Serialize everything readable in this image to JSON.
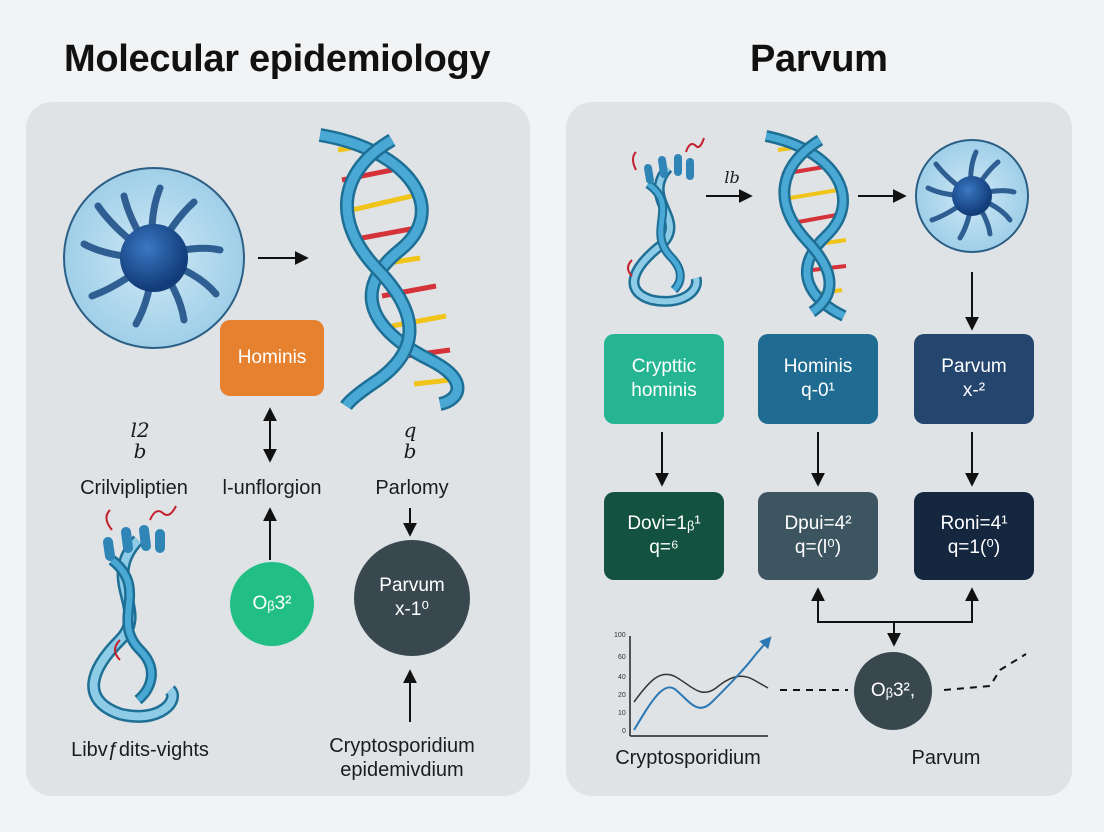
{
  "titles": {
    "left": "Molecular epidemiology",
    "right": "Parvum"
  },
  "left_panel": {
    "box_hominis": "Hominis",
    "sym_left": "l2\nb",
    "sym_right": "q\nb",
    "label_crilvipliptien": "Crilvipliptien",
    "label_unflorgion": "l-unflorgion",
    "label_parlomy": "Parlomy",
    "circle_green": "Oᵦ3²",
    "circle_dark": "Parvum\nx-1⁰",
    "label_bottom_left": "Libvƒdits-vights",
    "label_bottom_right_1": "Cryptosporidium",
    "label_bottom_right_2": "epidemivdium"
  },
  "right_panel": {
    "arrow_label": "lb",
    "box_cryptic": "Crypttic\nhominis",
    "box_hominis": "Hominis\nq-0¹",
    "box_parvum": "Parvum\nx-²",
    "box_dovi": "Dovi=1ᵦ¹\nq=⁶",
    "box_dpui": "Dpui=4²\nq=(l⁰)",
    "box_roni": "Roni=4¹\nq=1(⁰)",
    "circle_o": "Oᵦ3²,",
    "label_cryptosporidium": "Cryptosporidium",
    "label_parvum": "Parvum",
    "mini_chart_ticks": [
      "100",
      "60",
      "40",
      "20",
      "10",
      "0"
    ]
  },
  "colors": {
    "orange": "#e6822f",
    "teal": "#26b592",
    "blue": "#1f6b92",
    "navy": "#23456e",
    "dark_green": "#13523f",
    "slate": "#3d5560",
    "dark_navy": "#15273f",
    "green_circle": "#21bf86",
    "dark_circle": "#39474f",
    "helix_blue": "#3e9ac4"
  }
}
